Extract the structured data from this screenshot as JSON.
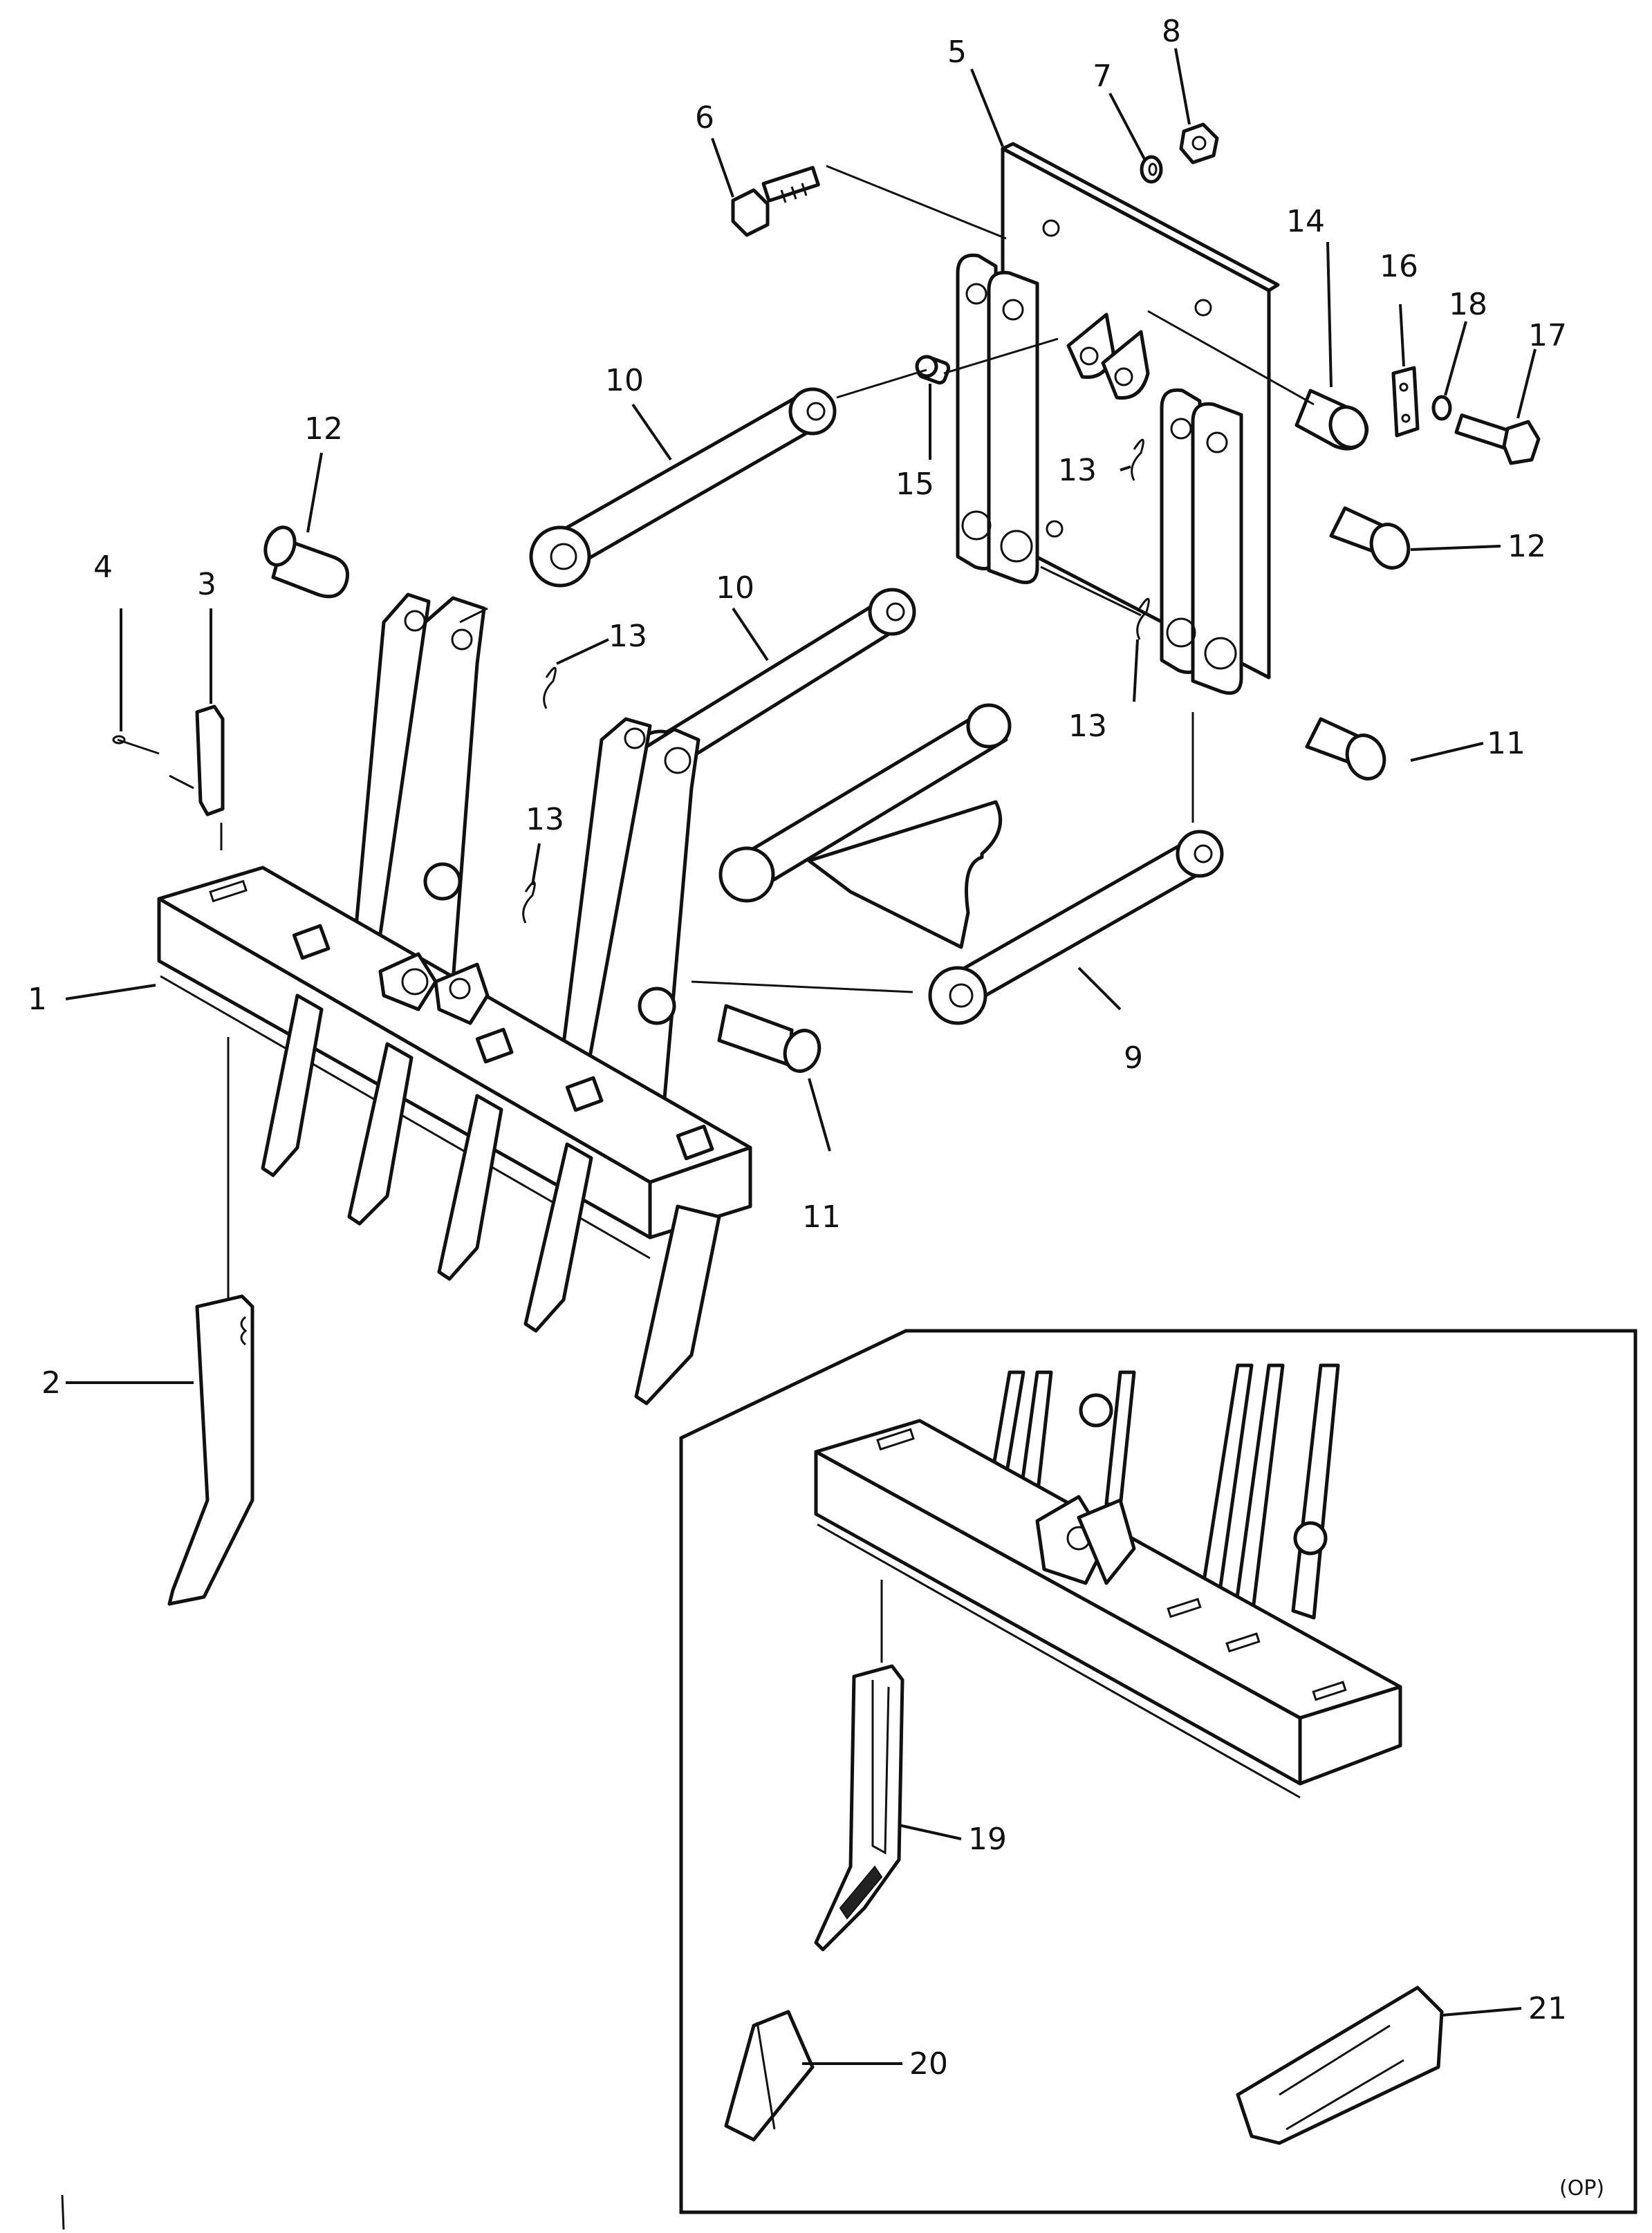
{
  "diagram": {
    "callouts": {
      "c1": "1",
      "c2": "2",
      "c3": "3",
      "c4": "4",
      "c5": "5",
      "c6": "6",
      "c7": "7",
      "c8": "8",
      "c9": "9",
      "c10a": "10",
      "c10b": "10",
      "c11a": "11",
      "c11b": "11",
      "c12a": "12",
      "c12b": "12",
      "c13a": "13",
      "c13b": "13",
      "c13c": "13",
      "c13d": "13",
      "c14": "14",
      "c15": "15",
      "c16": "16",
      "c17": "17",
      "c18": "18",
      "c19": "19",
      "c20": "20",
      "c21": "21"
    },
    "inset_label": "(OP)"
  }
}
